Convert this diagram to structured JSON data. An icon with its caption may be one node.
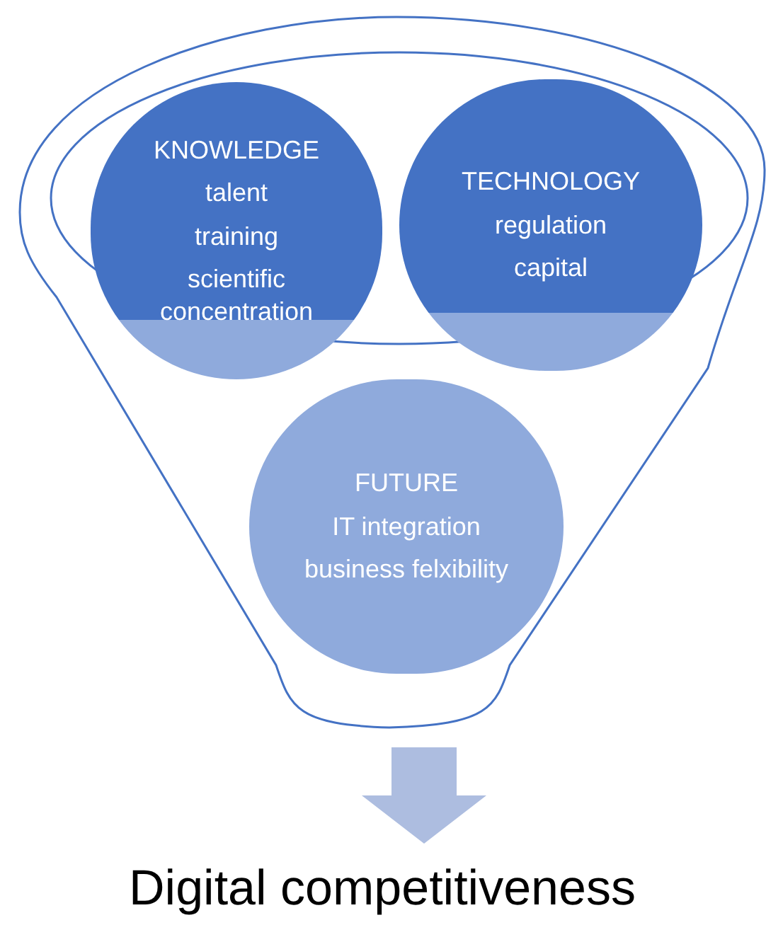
{
  "diagram": {
    "nodes": [
      {
        "text": [],
        "shape": "funnel"
      },
      {
        "text": [
          "KNOWLEDGE",
          "talent",
          "training",
          "scientific concentration"
        ],
        "in": 0
      },
      {
        "text": [
          "TECHNOLOGY",
          "regulation",
          "capital"
        ],
        "in": 0
      },
      {
        "text": [
          "FUTURE",
          "IT integration",
          "business felxibility"
        ],
        "in": 0
      },
      {
        "text": [
          "Digital competitiveness"
        ]
      }
    ],
    "edges": [
      {
        "from": 0,
        "to": 4,
        "arrow": "to"
      }
    ]
  }
}
